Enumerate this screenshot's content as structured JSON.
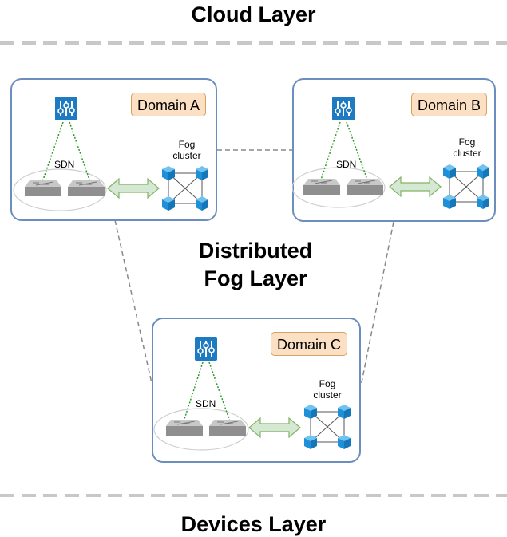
{
  "titles": {
    "cloud": "Cloud Layer",
    "fog_line1": "Distributed",
    "fog_line2": "Fog Layer",
    "devices": "Devices Layer"
  },
  "domains": [
    {
      "label": "Domain A",
      "sdn": "SDN",
      "fog_line1": "Fog",
      "fog_line2": "cluster"
    },
    {
      "label": "Domain B",
      "sdn": "SDN",
      "fog_line1": "Fog",
      "fog_line2": "cluster"
    },
    {
      "label": "Domain C",
      "sdn": "SDN",
      "fog_line1": "Fog",
      "fog_line2": "cluster"
    }
  ],
  "colors": {
    "domain_border": "#6c8ebf",
    "domain_label_fill": "#fbe0c4",
    "controller_blue": "#1f7bc1",
    "fog_node_blue": "#1e90d8",
    "arrow_green": "#d5e8d4",
    "arrow_green_border": "#82b366",
    "switch_gray": "#9a9a9a",
    "sdn_link_green": "#2e9a2e",
    "dashed_gray": "#888888"
  },
  "icons": {
    "controller": "sdn-controller-icon",
    "switch": "network-switch-icon",
    "fog_node": "fog-node-cube-icon"
  }
}
